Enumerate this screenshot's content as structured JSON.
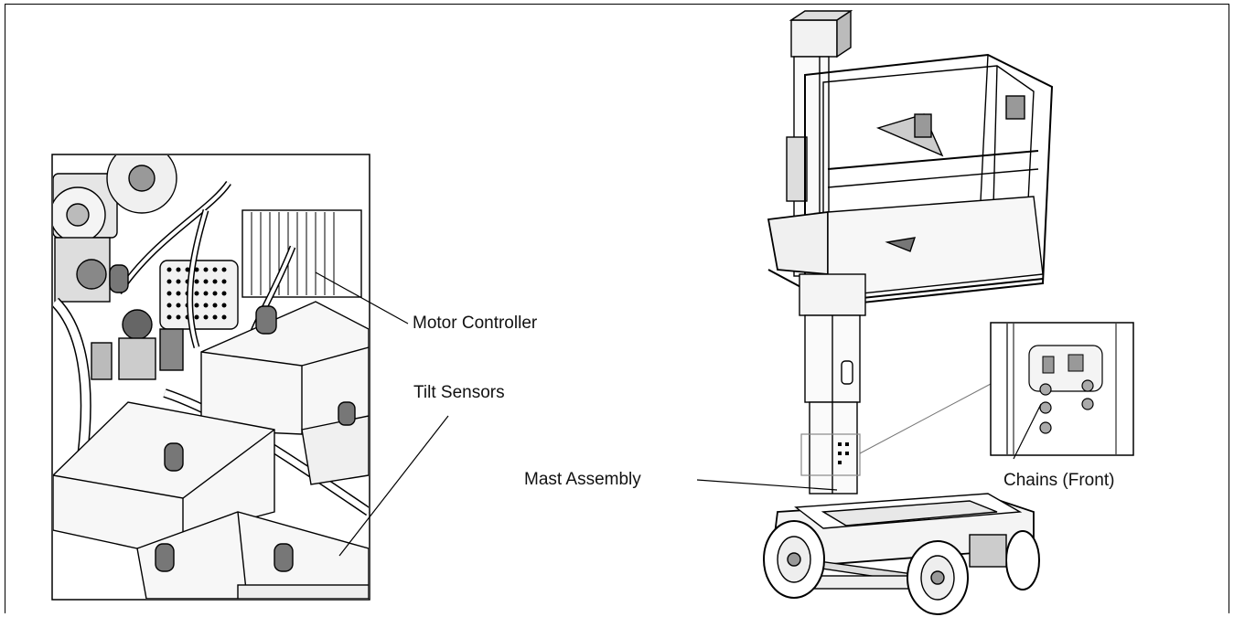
{
  "labels": {
    "motor_controller": "Motor Controller",
    "tilt_sensors": "Tilt Sensors",
    "mast_assembly": "Mast Assembly",
    "chains_front": "Chains (Front)"
  },
  "icons": [
    "battery-compartment-detail",
    "vertical-mast-lift",
    "chain-detail-inset"
  ],
  "colors": {
    "line": "#000000",
    "shade": "#d9d9d9",
    "dark": "#555555"
  }
}
